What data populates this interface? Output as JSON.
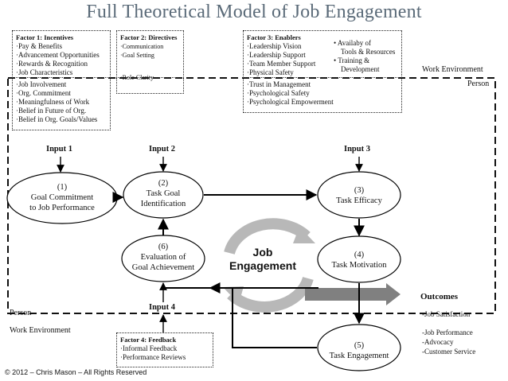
{
  "title": "Full Theoretical Model of Job Engagement",
  "factor1": {
    "header": "Factor 1: Incentives",
    "items": [
      "·Pay & Benefits",
      "·Advancement Opportunities",
      "·Rewards & Recognition",
      "·Job Characteristics"
    ],
    "person_items": [
      "·Job Involvement",
      "·Org. Commitment",
      "·Meaningfulness of Work",
      "·Belief in Future of Org.",
      "·Belief in Org. Goals/Values"
    ]
  },
  "factor2": {
    "header": "Factor 2: Directives",
    "items": [
      "·Communication",
      "·Goal Setting"
    ],
    "person_items": [
      "·Role Clarity"
    ]
  },
  "factor3": {
    "header": "Factor 3: Enablers",
    "items_left": [
      "·Leadership Vision",
      "·Leadership Support",
      "·Team Member Support",
      "·Physical Safety"
    ],
    "items_right": [
      "• Availaby of",
      "Tools & Resources",
      "• Training &",
      "Development"
    ],
    "person_items": [
      "·Trust in Management",
      "·Psychological Safety",
      "·Psychological Empowerment"
    ]
  },
  "factor4": {
    "header": "Factor 4: Feedback",
    "items": [
      "·Informal Feedback",
      "·Performance Reviews"
    ]
  },
  "zones": {
    "work_env_top": "Work Environment",
    "person_top": "Person",
    "person_bottom": "Person",
    "work_env_bottom": "Work Environment"
  },
  "inputs": {
    "input1": "Input 1",
    "input2": "Input 2",
    "input3": "Input 3",
    "input4": "Input 4"
  },
  "nodes": {
    "n1": {
      "num": "(1)",
      "line1": "Goal Commitment",
      "line2": "to Job Performance"
    },
    "n2": {
      "num": "(2)",
      "line1": "Task Goal",
      "line2": "Identification"
    },
    "n3": {
      "num": "(3)",
      "line1": "Task Efficacy",
      "line2": ""
    },
    "n4": {
      "num": "(4)",
      "line1": "Task Motivation",
      "line2": ""
    },
    "n5": {
      "num": "(5)",
      "line1": "Task Engagement",
      "line2": ""
    },
    "n6": {
      "num": "(6)",
      "line1": "Evaluation of",
      "line2": "Goal Achievement"
    }
  },
  "center": {
    "line1": "Job",
    "line2": "Engagement"
  },
  "outcomes": {
    "label": "Outcomes",
    "satisfaction": "-Job Satisfaction",
    "items": [
      "-Job Performance",
      "-Advocacy",
      "-Customer Service"
    ]
  },
  "copyright": "© 2012 – Chris Mason – All Rights Reserved",
  "colors": {
    "title": "#5a6a78",
    "cycle_arrow": "#b8b8b8",
    "outcome_arrow": "#808080"
  }
}
